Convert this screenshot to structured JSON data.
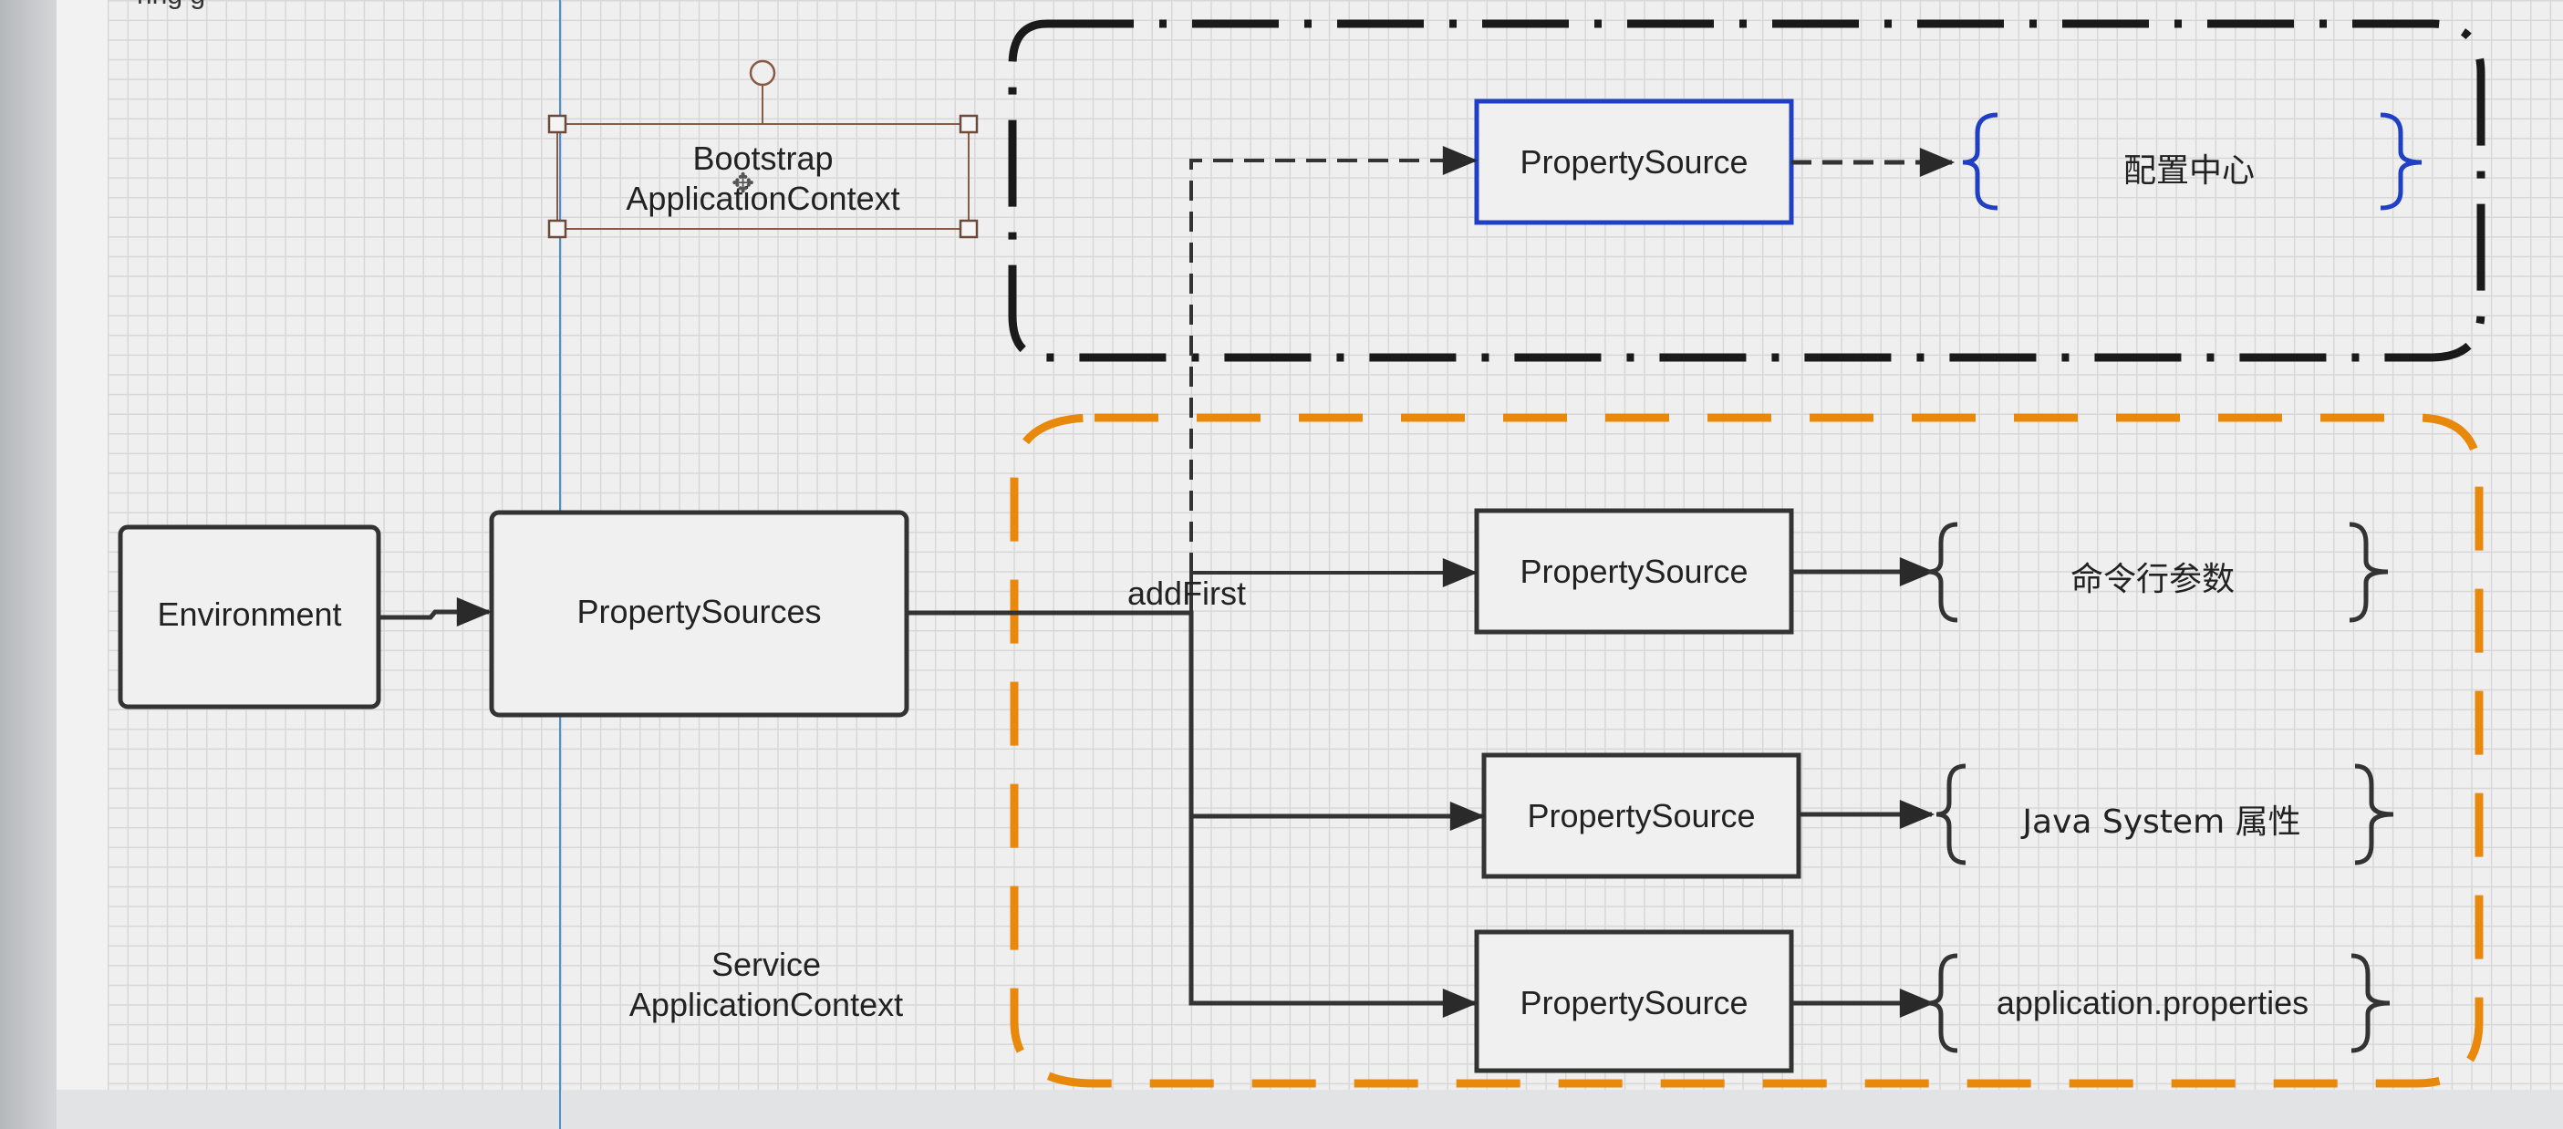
{
  "top_clipped_text": "ring g",
  "nodes": {
    "environment": "Environment",
    "property_sources": "PropertySources",
    "bootstrap_line1": "Bootstrap",
    "bootstrap_line2": "ApplicationContext",
    "service_line1": "Service",
    "service_line2": "ApplicationContext",
    "edge_label": "addFirst",
    "ps_config": "PropertySource",
    "ps_cmd": "PropertySource",
    "ps_sys": "PropertySource",
    "ps_app": "PropertySource"
  },
  "sources": {
    "config_center": "配置中心",
    "command_line": "命令行参数",
    "java_system": "Java System 属性",
    "app_properties": "application.properties"
  },
  "colors": {
    "bootstrap_border": "#1a1a1a",
    "service_border": "#e8890c",
    "highlight_box": "#1f3fc4",
    "selection": "#8a5a44",
    "guide_line": "#4a8fd4"
  }
}
